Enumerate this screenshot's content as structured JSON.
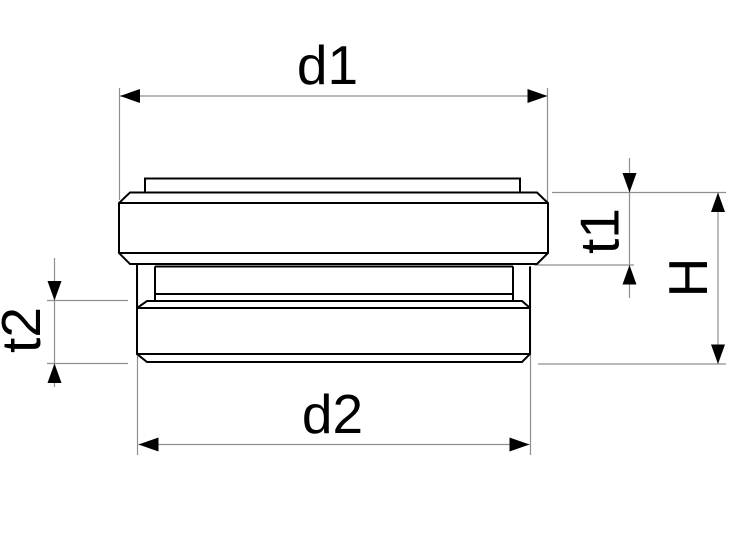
{
  "dimensions": {
    "d1": "d1",
    "d2": "d2",
    "t1": "t1",
    "t2": "t2",
    "H": "H"
  },
  "colors": {
    "background": "#ffffff",
    "part_outline": "#000000",
    "part_fill": "#ffffff",
    "dimension_line": "#8f8f8f",
    "arrow": "#000000",
    "label_text": "#000000"
  }
}
